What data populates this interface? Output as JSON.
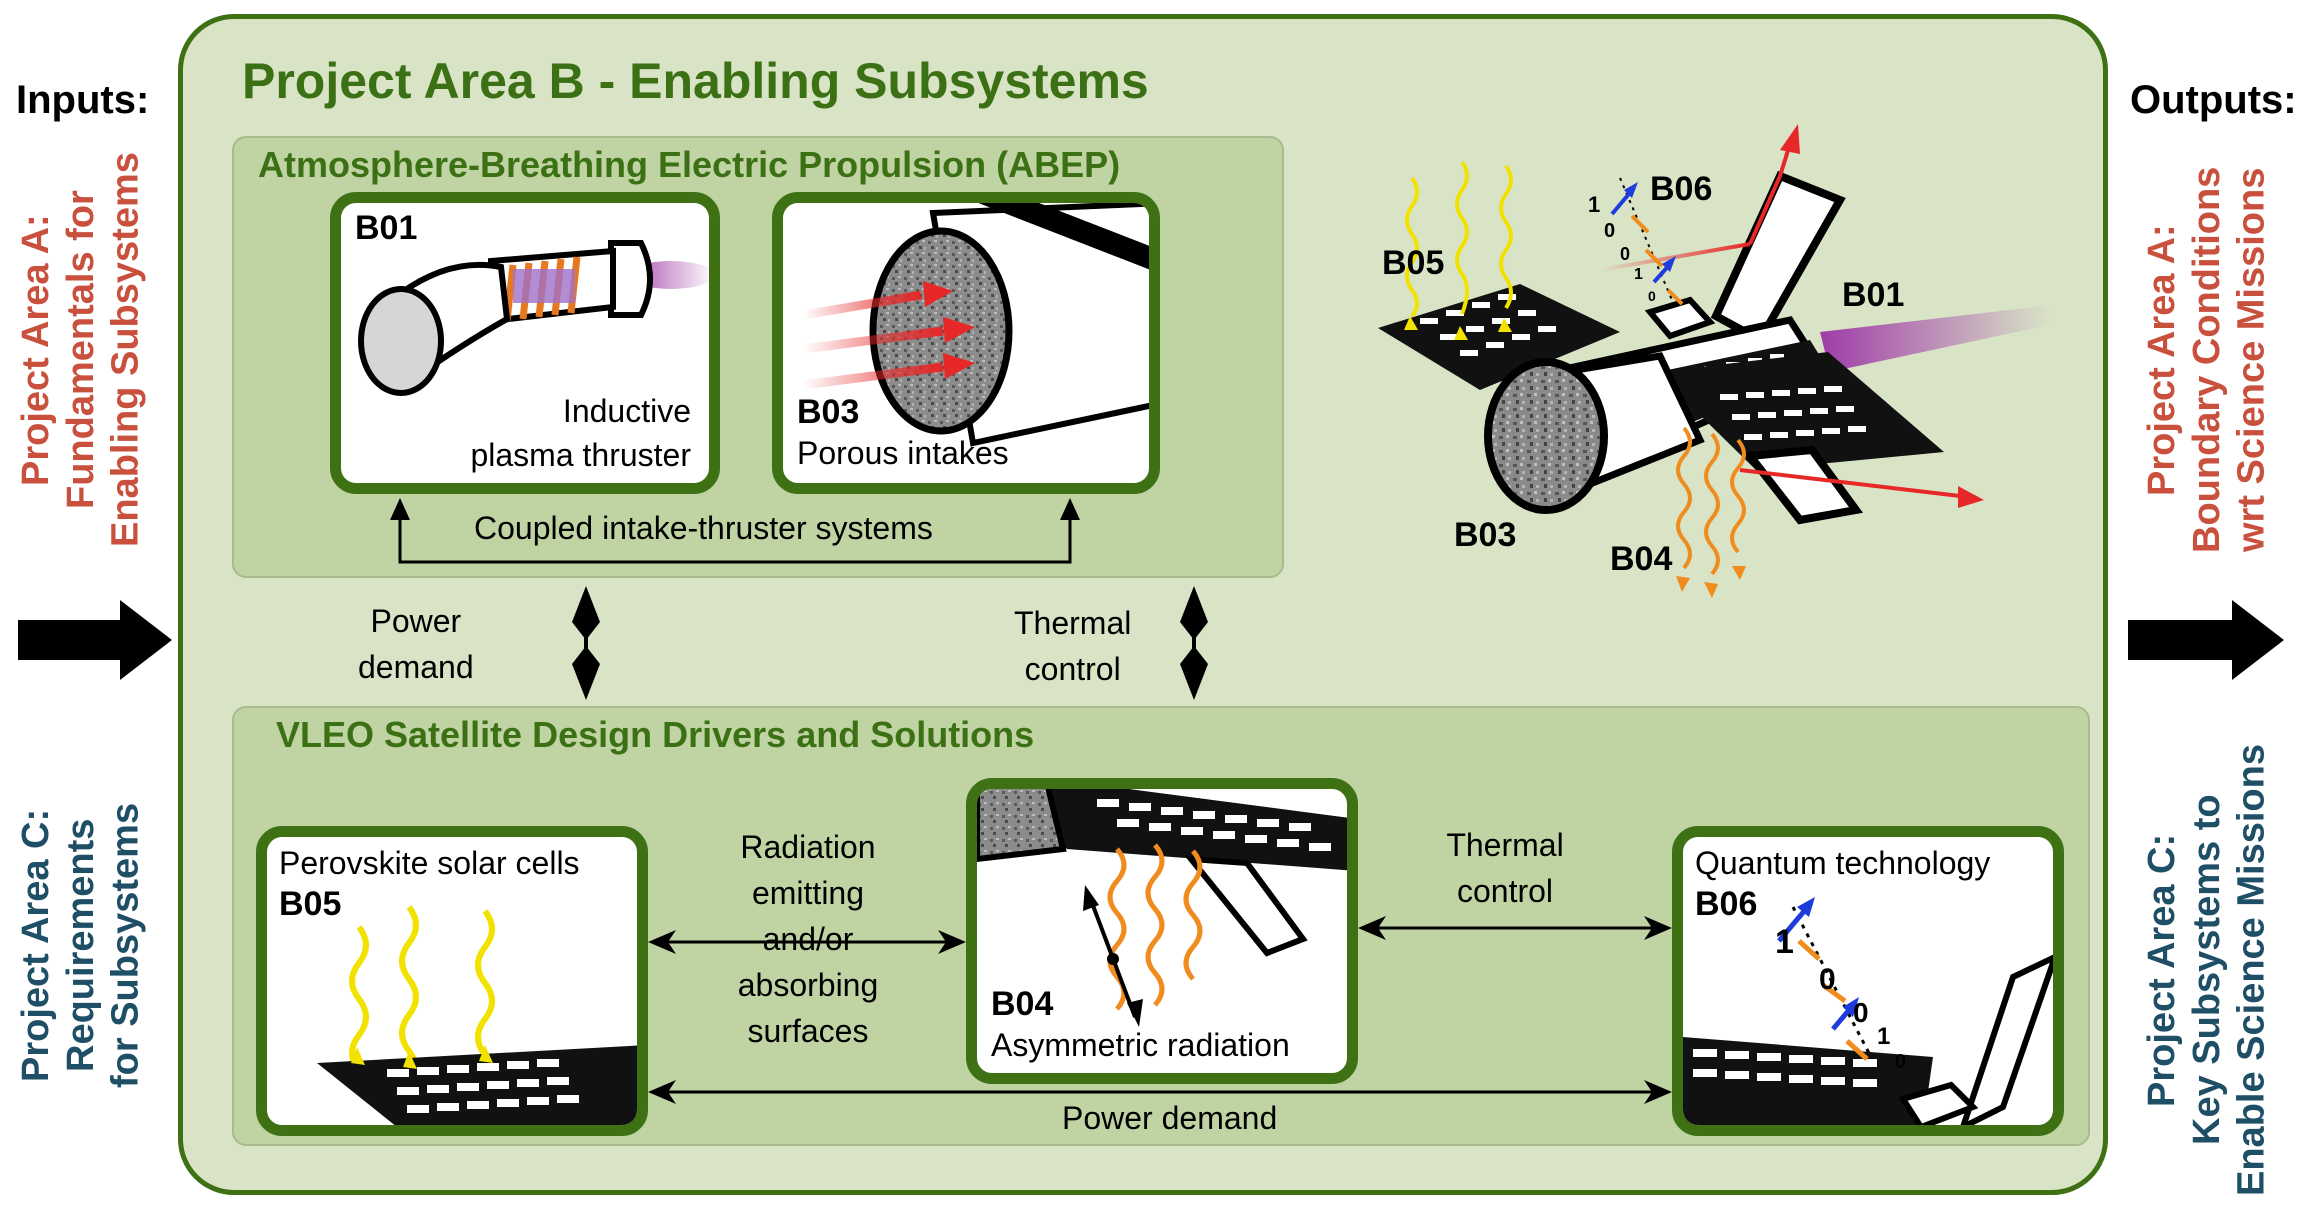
{
  "main_title": "Project Area B - Enabling Subsystems",
  "inputs": {
    "heading": "Inputs:",
    "area_a": [
      "Project Area A:",
      "Fundamentals for",
      "Enabling Subsystems"
    ],
    "area_c": [
      "Project Area C:",
      "Requirements",
      "for Subsystems"
    ]
  },
  "outputs": {
    "heading": "Outputs:",
    "area_a": [
      "Project Area A:",
      "Boundary Conditions",
      "wrt Science Missions"
    ],
    "area_c": [
      "Project Area C:",
      "Key Subsystems to",
      "Enable Science Missions"
    ]
  },
  "abep": {
    "title": "Atmosphere-Breathing Electric Propulsion (ABEP)",
    "coupling_label": "Coupled intake-thruster systems",
    "b01": {
      "code": "B01",
      "caption": [
        "Inductive",
        "plasma thruster"
      ]
    },
    "b03": {
      "code": "B03",
      "caption": "Porous intakes"
    }
  },
  "links": {
    "power_demand": [
      "Power",
      "demand"
    ],
    "thermal_control": [
      "Thermal",
      "control"
    ]
  },
  "vleo": {
    "title": "VLEO Satellite Design Drivers and Solutions",
    "b05": {
      "code": "B05",
      "caption": "Perovskite solar cells"
    },
    "b04": {
      "code": "B04",
      "caption": "Asymmetric radiation"
    },
    "b06": {
      "code": "B06",
      "caption": "Quantum technology"
    },
    "radiation_label": [
      "Radiation",
      "emitting",
      "and/or",
      "absorbing",
      "surfaces"
    ],
    "thermal_label": [
      "Thermal",
      "control"
    ],
    "power_label": "Power demand"
  },
  "satellite": {
    "labels": {
      "b01": "B01",
      "b03": "B03",
      "b04": "B04",
      "b05": "B05",
      "b06": "B06"
    },
    "qubits": [
      "1",
      "0",
      "0",
      "1",
      "0"
    ]
  },
  "b06_qubits": [
    "1",
    "0",
    "0",
    "1",
    "0"
  ],
  "colors": {
    "frame_green": "#3e7014",
    "panel_fill": "#d9e4c7",
    "subpanel_fill": "#bfd3a3",
    "title_green": "#3c7014",
    "area_a_red": "#c8503c",
    "area_c_teal": "#1e4f66",
    "radiation_orange": "#f08c1e",
    "solar_yellow": "#f2e200",
    "plasma_purple": "#a03ca8",
    "flow_red": "#e62828"
  }
}
